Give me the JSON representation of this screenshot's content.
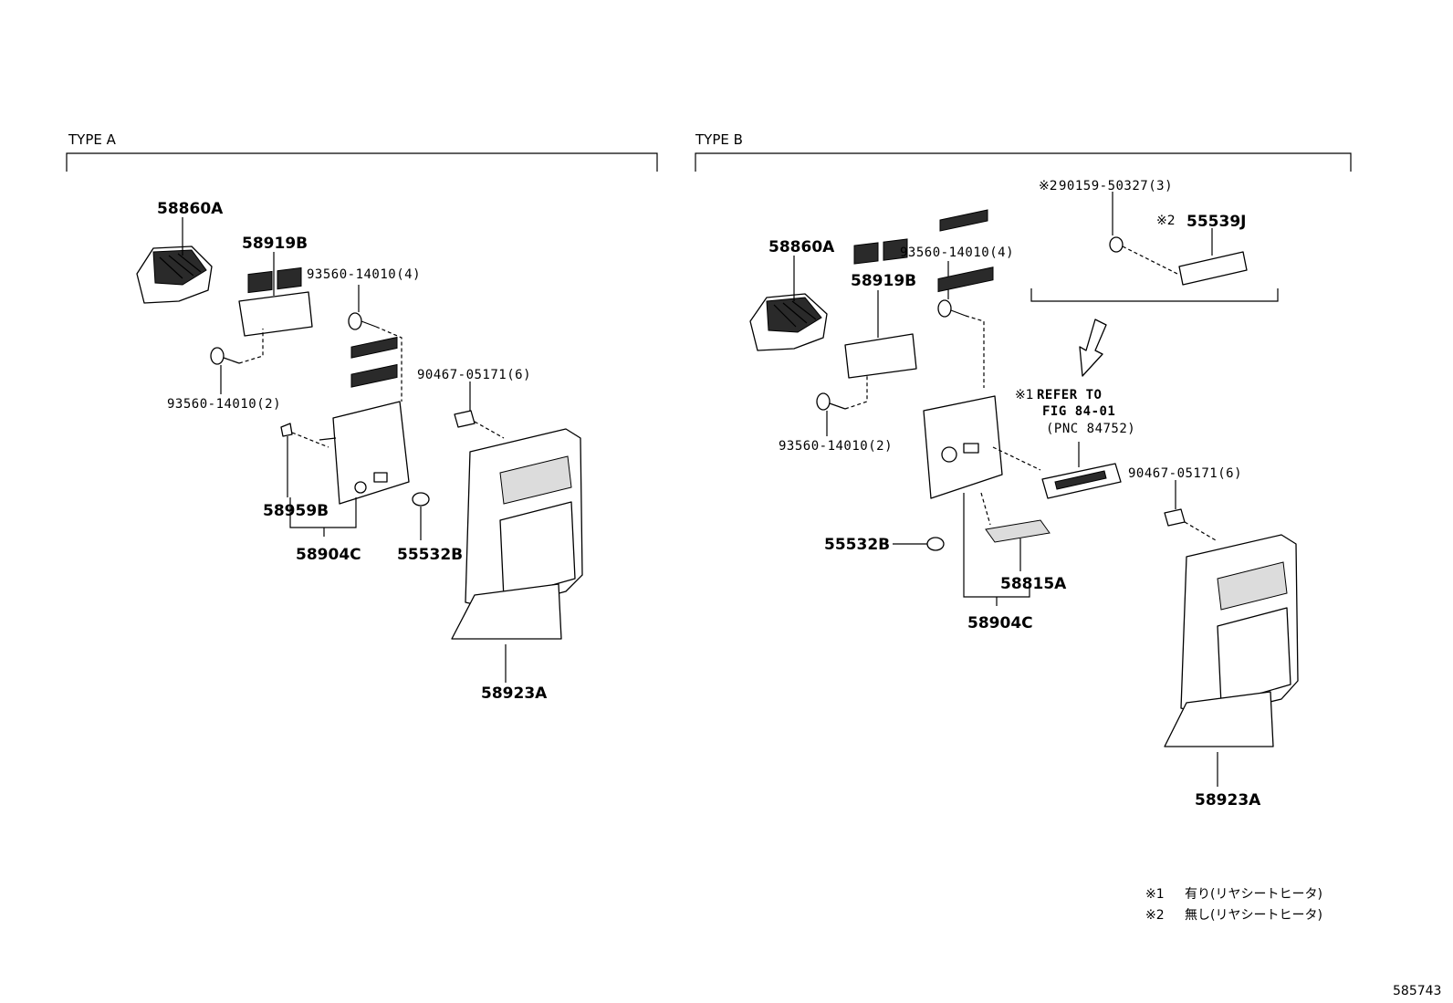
{
  "type_a": {
    "title": "TYPE A",
    "labels": {
      "grille": "58860A",
      "bracket": "58919B",
      "screw_top": "93560-14010(4)",
      "screw_left": "93560-14010(2)",
      "clip": "90467-05171(6)",
      "clip_small": "58959B",
      "panel": "58904C",
      "plug": "55532B",
      "console": "58923A"
    }
  },
  "type_b": {
    "title": "TYPE B",
    "labels": {
      "grille": "58860A",
      "bracket": "58919B",
      "screw_top": "93560-14010(4)",
      "screw_left": "93560-14010(2)",
      "screw_opt_mark": "※2",
      "screw_opt": "90159-50327(3)",
      "cover_mark": "※2",
      "cover": "55539J",
      "refer_mark": "※1",
      "refer_line1": "REFER TO",
      "refer_line2": "FIG 84-01",
      "refer_line3": "(PNC 84752)",
      "clip": "90467-05171(6)",
      "plug": "55532B",
      "pad": "58815A",
      "panel": "58904C",
      "console": "58923A"
    }
  },
  "notes": [
    {
      "mark": "※1",
      "text": "有り(リヤシートヒータ)"
    },
    {
      "mark": "※2",
      "text": "無し(リヤシートヒータ)"
    }
  ],
  "figure_id": "585743"
}
